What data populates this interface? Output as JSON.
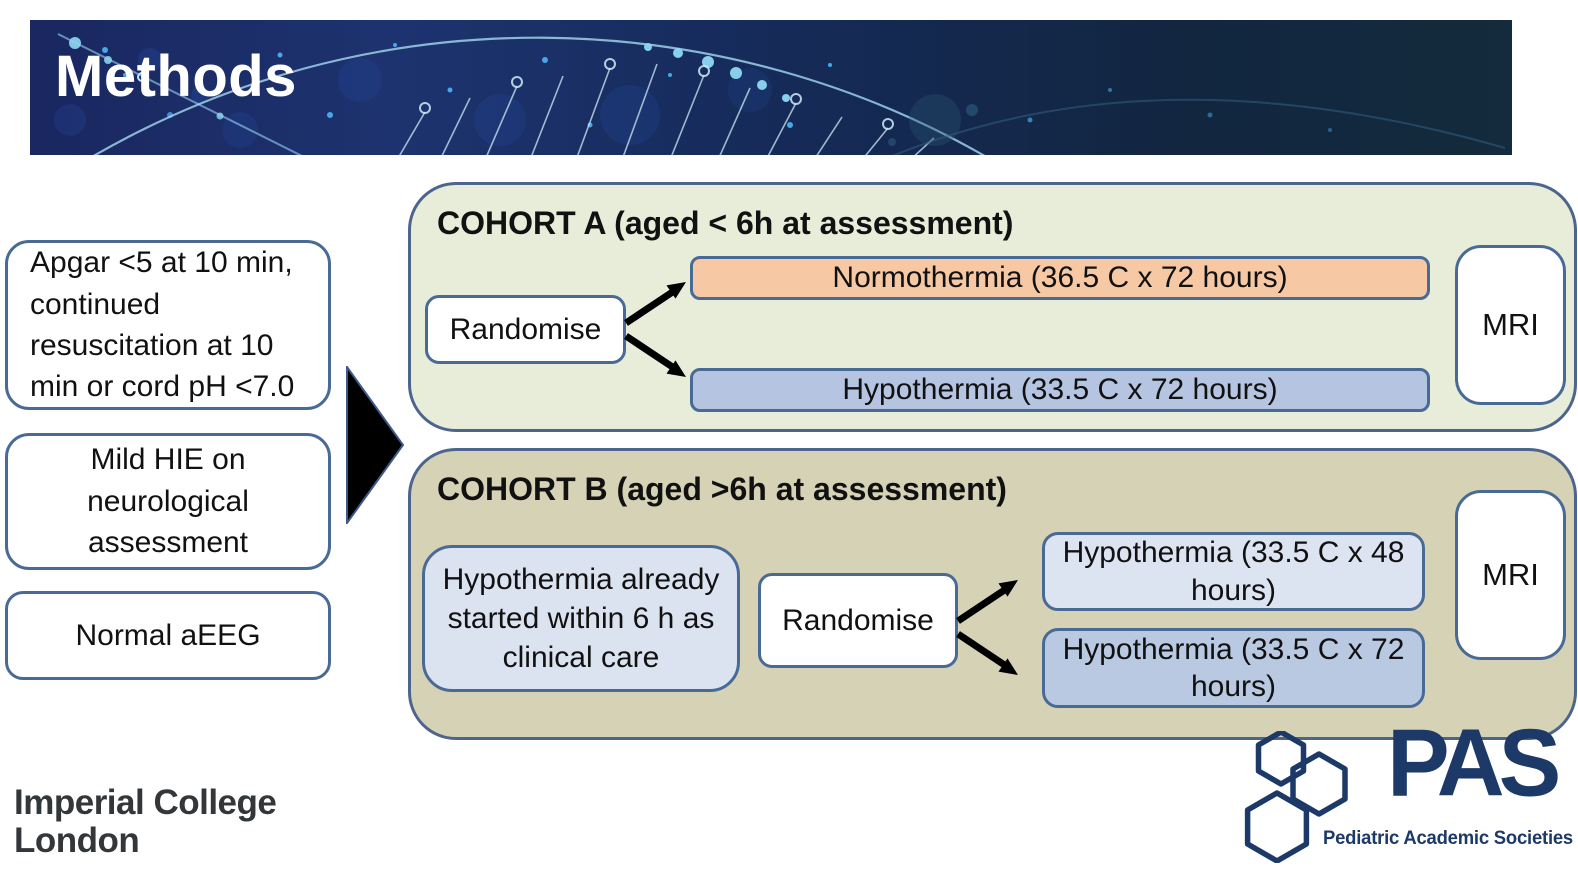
{
  "banner": {
    "title": "Methods"
  },
  "criteria_boxes": [
    {
      "text": "Apgar <5 at 10 min,\ncontinued\nresuscitation at 10\nmin or cord pH <7.0"
    },
    {
      "text": "Mild HIE on\nneurological\nassessment"
    },
    {
      "text": "Normal aEEG"
    }
  ],
  "cohort_a": {
    "title": "COHORT A (aged < 6h at assessment)",
    "randomise_label": "Randomise",
    "arms": [
      {
        "label": "Normothermia (36.5 C x 72 hours)",
        "color": "#f6c9a4"
      },
      {
        "label": "Hypothermia (33.5 C x 72 hours)",
        "color": "#b5c4e1"
      }
    ],
    "mri_label": "MRI",
    "bg": "#e8edda"
  },
  "cohort_b": {
    "title": "COHORT B (aged >6h at assessment)",
    "pre_box": "Hypothermia already\nstarted within 6 h as\nclinical care",
    "randomise_label": "Randomise",
    "arms": [
      {
        "label": "Hypothermia (33.5 C x 48\nhours)",
        "color": "#dce4f2"
      },
      {
        "label": "Hypothermia (33.5 C x 72\nhours)",
        "color": "#b9c9e2"
      }
    ],
    "mri_label": "MRI",
    "bg": "#d6d2b6"
  },
  "footer": {
    "imperial": {
      "line1": "Imperial College",
      "line2": "London"
    },
    "pas": {
      "acronym": "PAS",
      "tagline": "Pediatric Academic Societies"
    }
  },
  "colors": {
    "banner_navy_left": "#1b2a66",
    "banner_navy_right": "#122939",
    "box_border_blue": "#4a6a96",
    "container_border": "#4d648c",
    "pas_navy": "#1c3967",
    "imperial_gray": "#33373a",
    "arrow_black": "#000000"
  }
}
